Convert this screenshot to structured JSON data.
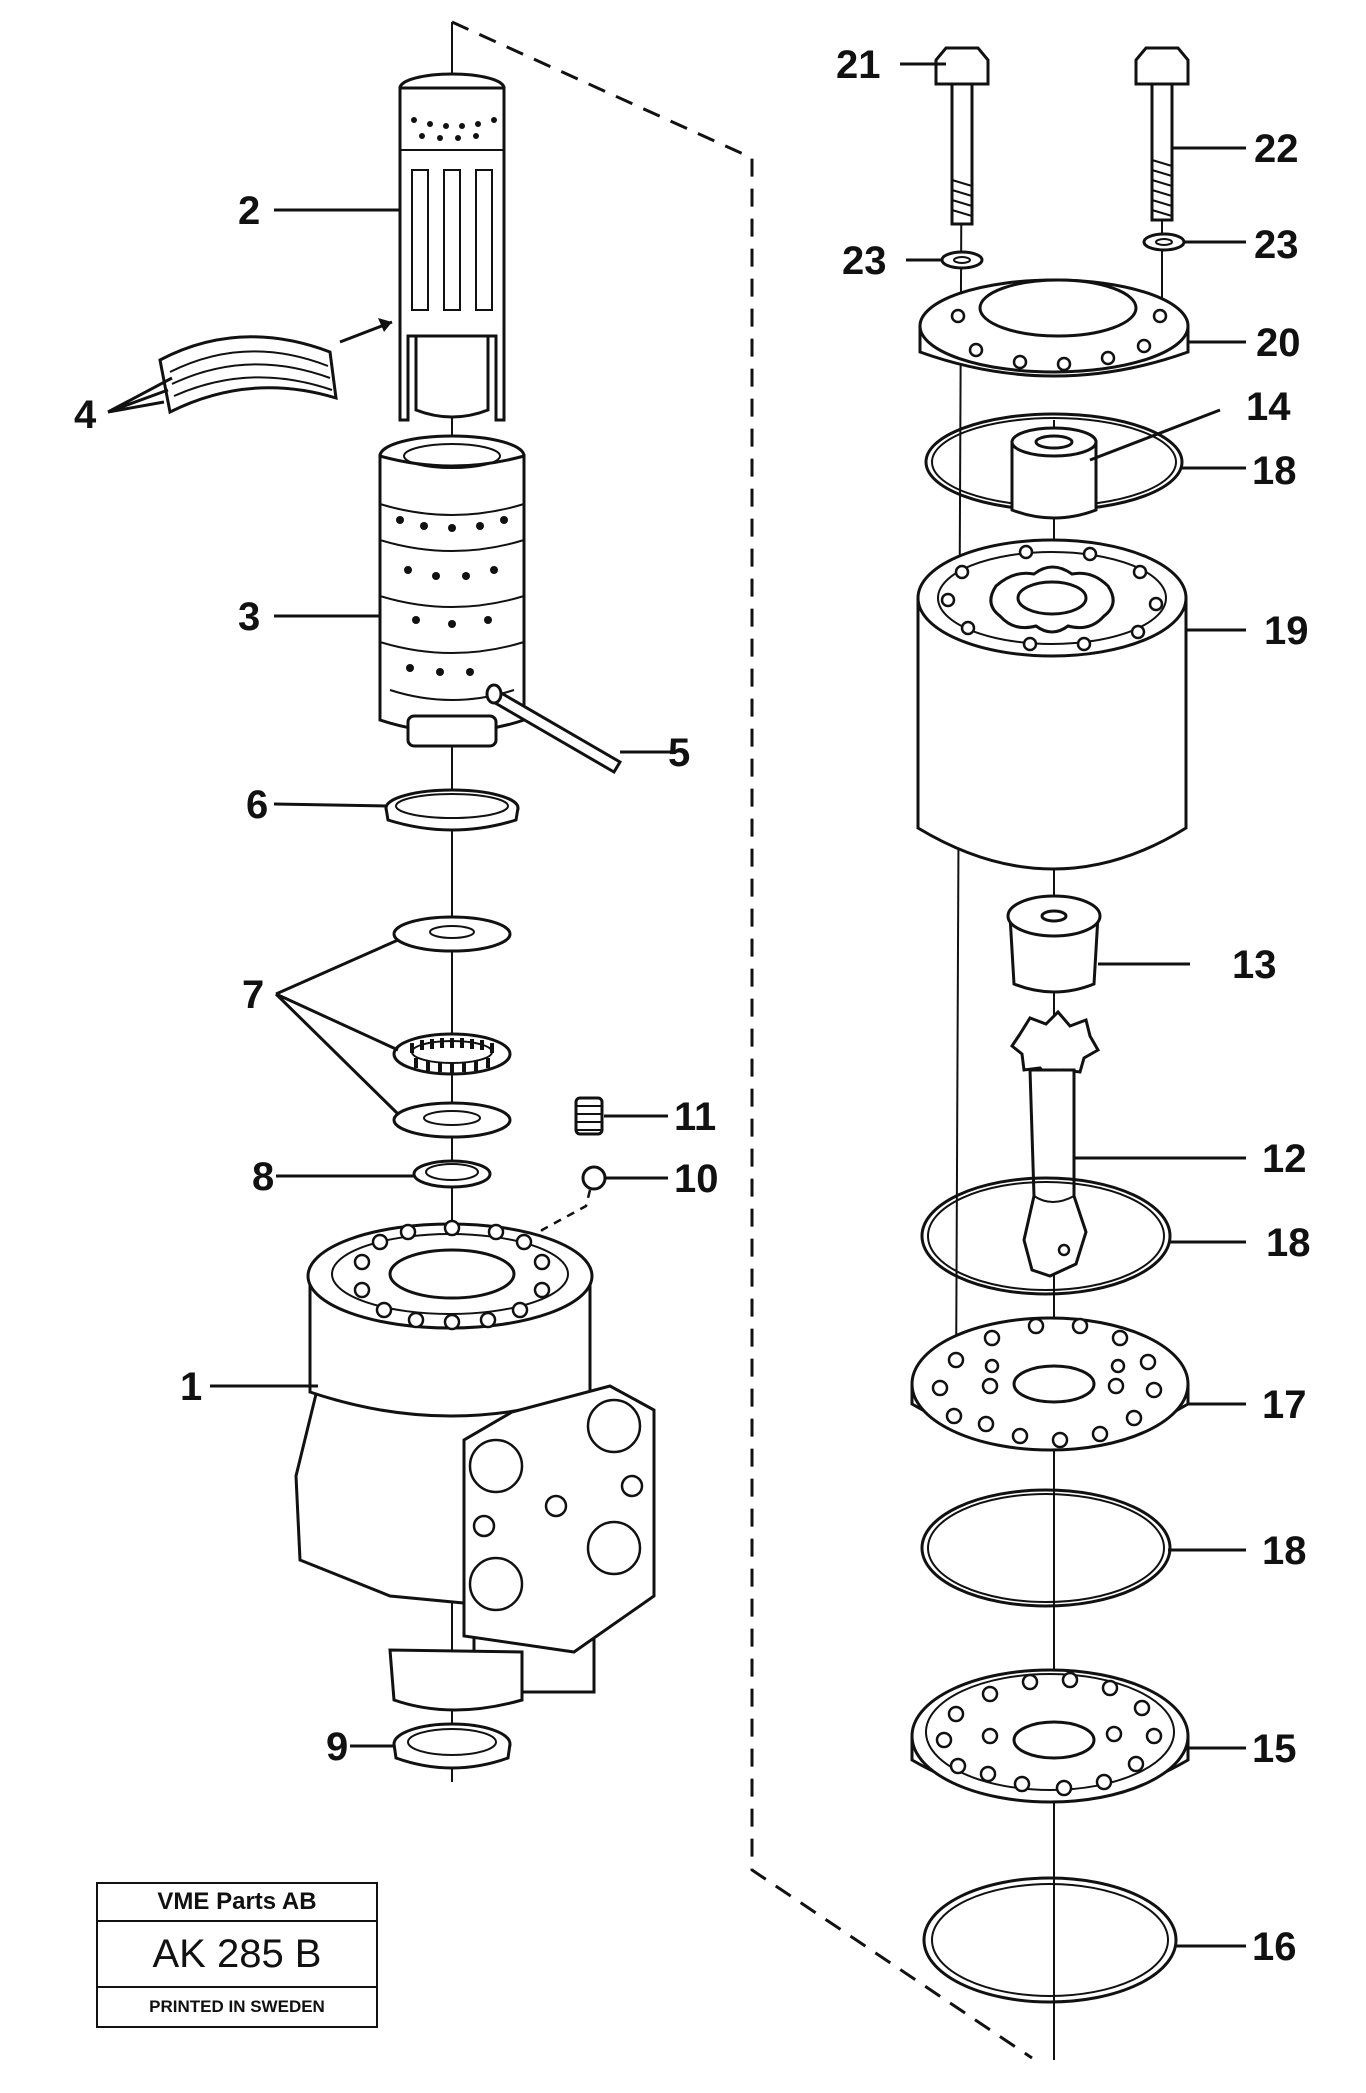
{
  "callouts": [
    "1",
    "2",
    "3",
    "4",
    "5",
    "6",
    "7",
    "8",
    "9",
    "10",
    "11",
    "12",
    "13",
    "14",
    "15",
    "16",
    "17",
    "18",
    "19",
    "20",
    "21",
    "22",
    "23"
  ],
  "title_block": {
    "company": "VME Parts AB",
    "code": "AK 285 B",
    "printed": "PRINTED IN SWEDEN"
  }
}
